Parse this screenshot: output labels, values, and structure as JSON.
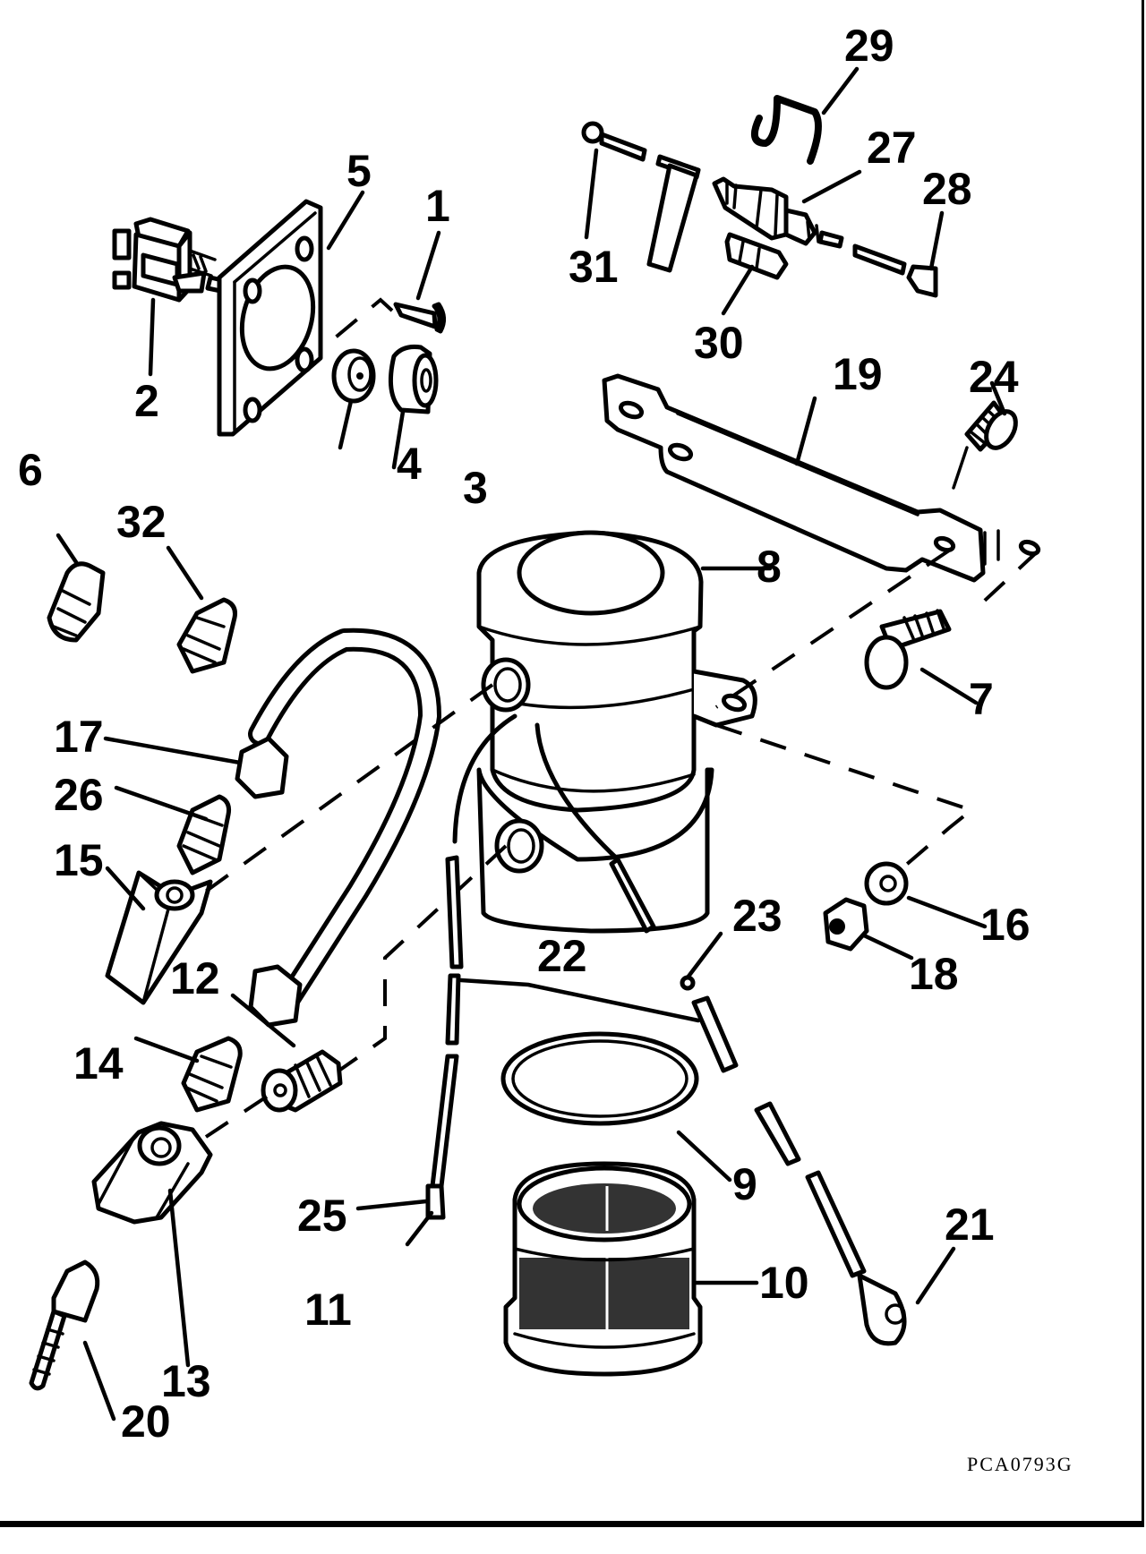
{
  "diagram": {
    "title": "Fuel pump kit exploded view",
    "figure_code": "PCA0793G",
    "callouts": [
      {
        "id": "1",
        "part": "screw"
      },
      {
        "id": "2",
        "part": "toggle-switch"
      },
      {
        "id": "3",
        "part": "switch-boot"
      },
      {
        "id": "4",
        "part": "switch-nut"
      },
      {
        "id": "5",
        "part": "mounting-plate"
      },
      {
        "id": "6",
        "part": "fitting"
      },
      {
        "id": "7",
        "part": "bolt"
      },
      {
        "id": "8",
        "part": "fuel-pump"
      },
      {
        "id": "9",
        "part": "o-ring"
      },
      {
        "id": "10",
        "part": "filter-element"
      },
      {
        "id": "11",
        "part": "terminal"
      },
      {
        "id": "12",
        "part": "fitting"
      },
      {
        "id": "13",
        "part": "hex-adapter"
      },
      {
        "id": "14",
        "part": "fitting"
      },
      {
        "id": "15",
        "part": "adapter-block"
      },
      {
        "id": "16",
        "part": "washer"
      },
      {
        "id": "17",
        "part": "fuel-line"
      },
      {
        "id": "18",
        "part": "nut"
      },
      {
        "id": "19",
        "part": "bracket"
      },
      {
        "id": "20",
        "part": "fitting"
      },
      {
        "id": "21",
        "part": "ring-terminal"
      },
      {
        "id": "22",
        "part": "wire-harness"
      },
      {
        "id": "23",
        "part": "connector"
      },
      {
        "id": "24",
        "part": "screw"
      },
      {
        "id": "25",
        "part": "lead-wire"
      },
      {
        "id": "26",
        "part": "fitting"
      },
      {
        "id": "27",
        "part": "fuse-holder"
      },
      {
        "id": "28",
        "part": "terminal"
      },
      {
        "id": "29",
        "part": "clip"
      },
      {
        "id": "30",
        "part": "fuse"
      },
      {
        "id": "31",
        "part": "ring-terminal"
      },
      {
        "id": "32",
        "part": "fitting"
      }
    ]
  },
  "labels": {
    "c1": "1",
    "c2": "2",
    "c3": "3",
    "c4": "4",
    "c5": "5",
    "c6": "6",
    "c7": "7",
    "c8": "8",
    "c9": "9",
    "c10": "10",
    "c11": "11",
    "c12": "12",
    "c13": "13",
    "c14": "14",
    "c15": "15",
    "c16": "16",
    "c17": "17",
    "c18": "18",
    "c19": "19",
    "c20": "20",
    "c21": "21",
    "c22": "22",
    "c23": "23",
    "c24": "24",
    "c25": "25",
    "c26": "26",
    "c27": "27",
    "c28": "28",
    "c29": "29",
    "c30": "30",
    "c31": "31",
    "c32": "32"
  }
}
